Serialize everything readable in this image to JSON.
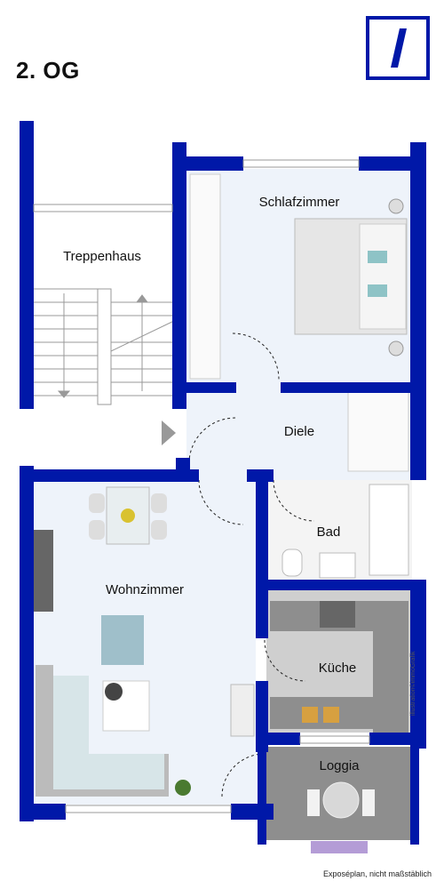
{
  "floor": {
    "title": "2. OG"
  },
  "logo": {
    "color": "#0018A8",
    "icon": "bank-slash-logo"
  },
  "rooms": {
    "treppenhaus": "Treppenhaus",
    "schlafzimmer": "Schlafzimmer",
    "diele": "Diele",
    "bad": "Bad",
    "wohnzimmer": "Wohnzimmer",
    "kueche": "Küche",
    "loggia": "Loggia"
  },
  "footer": {
    "note": "Exposéplan, nicht maßstäblich"
  },
  "credit": {
    "text": "illustration©immoGrafik"
  },
  "colors": {
    "wall": "#0018A8",
    "floor": "#eef3fa",
    "tile": "#f4f4f4",
    "kitchen": "#c9c9c9",
    "loggia": "#8a8a8a"
  }
}
